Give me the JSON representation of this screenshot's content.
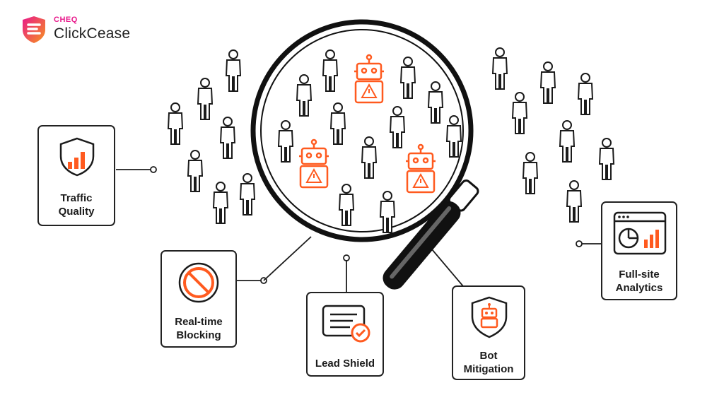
{
  "brand": {
    "sub": "CHEQ",
    "name": "ClickCease",
    "logo_icon": "shield-icon",
    "accent": "#ff5a1f",
    "pink": "#e8198b",
    "orange": "#f7941d"
  },
  "features": [
    {
      "label": "Traffic\nQuality",
      "icon": "shield-chart-icon"
    },
    {
      "label": "Real-time\nBlocking",
      "icon": "block-icon"
    },
    {
      "label": "Lead Shield",
      "icon": "form-check-icon"
    },
    {
      "label": "Bot\nMitigation",
      "icon": "shield-robot-icon"
    },
    {
      "label": "Full-site\nAnalytics",
      "icon": "browser-analytics-icon"
    }
  ],
  "center": {
    "icon": "magnifier-icon",
    "bot_icon": "robot-warning-icon",
    "person_icon": "person-icon"
  },
  "colors": {
    "stroke": "#1b1b1b",
    "accent": "#ff5a1f"
  }
}
